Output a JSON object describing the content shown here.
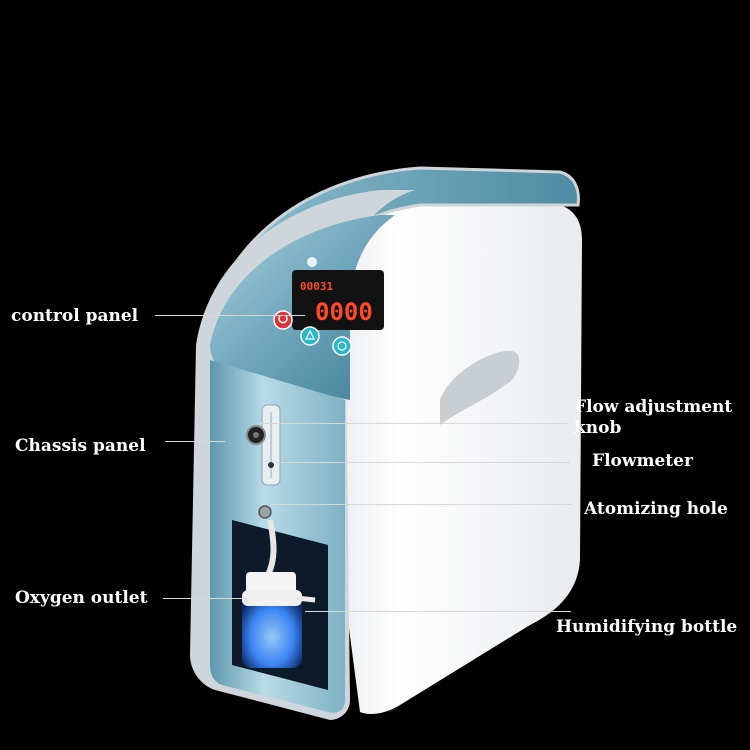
{
  "labels": {
    "control_panel": "control panel",
    "chassis_panel": "Chassis panel",
    "oxygen_outlet": "Oxygen outlet",
    "flow_knob_line1": "Flow adjustment",
    "flow_knob_line2": "knob",
    "flowmeter": "Flowmeter",
    "atomizing_hole": "Atomizing hole",
    "humidifying_bottle": "Humidifying bottle"
  },
  "display": {
    "top_readout": "00031",
    "main_readout": "0000"
  },
  "colors": {
    "background": "#000000",
    "panel_blue": "#6fa6bb",
    "body_white": "#f2f3f5",
    "display_red": "#ff4a2a",
    "power_button": "#e0323a",
    "function_buttons": "#2ab7c9",
    "water_glow": "#3d8bff"
  },
  "icons": [
    "power-icon",
    "atomizer-icon",
    "timer-icon"
  ]
}
